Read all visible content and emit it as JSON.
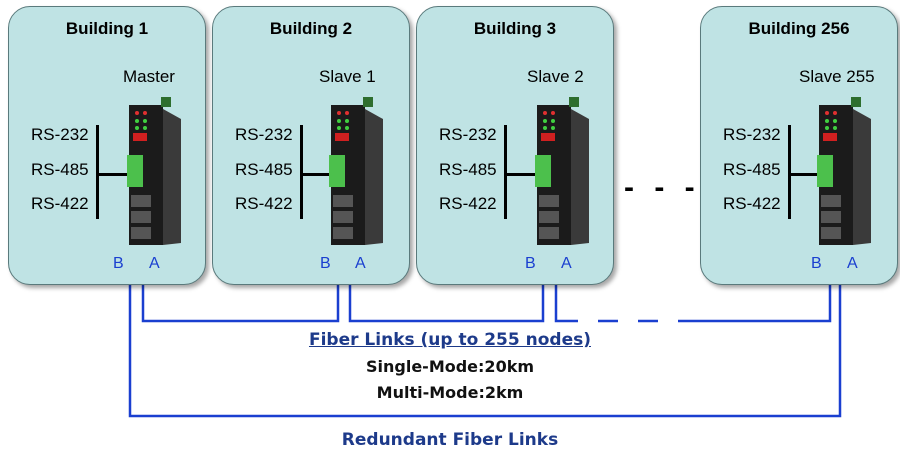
{
  "buildings": [
    {
      "name": "Building 1",
      "role": "Master"
    },
    {
      "name": "Building 2",
      "role": "Slave 1"
    },
    {
      "name": "Building 3",
      "role": "Slave 2"
    },
    {
      "name": "Building 256",
      "role": "Slave 255"
    }
  ],
  "protocols": [
    "RS-232",
    "RS-485",
    "RS-422"
  ],
  "ports": {
    "b": "B",
    "a": "A"
  },
  "ellipsis": "- - -",
  "captions": {
    "fiber_links": "Fiber Links (up to 255 nodes)",
    "single_mode": "Single-Mode:20km",
    "multi_mode": "Multi-Mode:2km",
    "redundant": "Redundant Fiber Links"
  },
  "colors": {
    "building_fill": "#bfe3e4",
    "fiber_line": "#1a3fd0",
    "caption_blue": "#1d3a8a"
  }
}
